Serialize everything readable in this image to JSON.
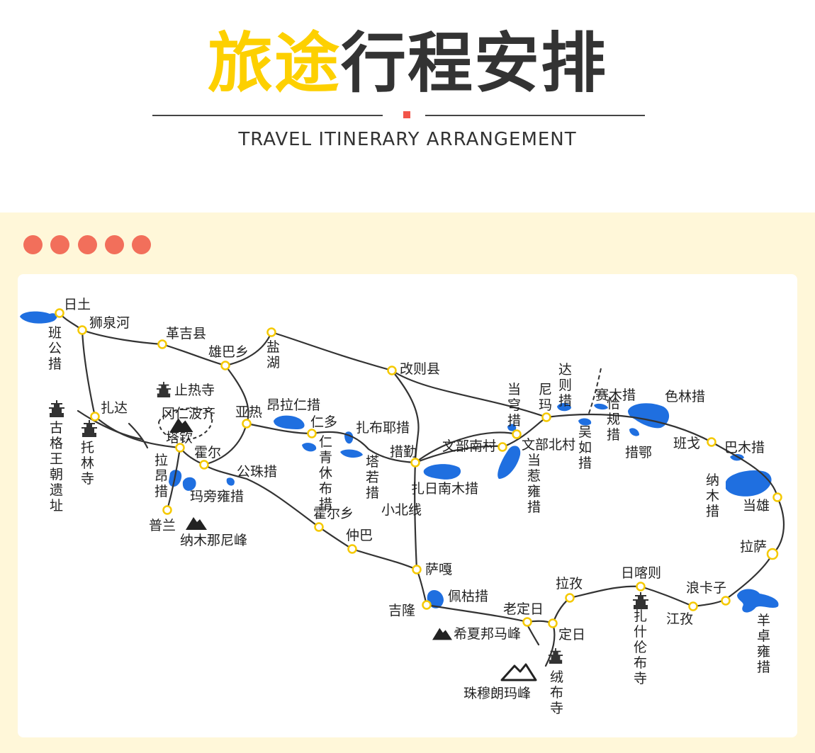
{
  "header": {
    "title_highlight": "旅途",
    "title_rest": "行程安排",
    "subtitle": "TRAVEL ITINERARY ARRANGEMENT"
  },
  "colors": {
    "accent_yellow": "#fdd000",
    "title_dark": "#333333",
    "coral": "#f26f5b",
    "panel_bg": "#fff7d9",
    "lake_blue": "#1f6fe0",
    "route_line": "#333333",
    "node_yellow": "#f5c900"
  },
  "map": {
    "places": {
      "ritu": "日土",
      "shiquanhe": "狮泉河",
      "gejixian": "革吉县",
      "xiongbaxiang": "雄巴乡",
      "yanhu": "盐湖",
      "gaizexian": "改则县",
      "zhada": "扎达",
      "yare": "亚热",
      "renduo": "仁多",
      "tagin": "塔钦",
      "huoer": "霍尔",
      "pulan": "普兰",
      "cuoqin": "措勤",
      "xiaobeixian": "小北线",
      "wenbunancun": "文部南村",
      "wenbubeicun": "文部北村",
      "nima": "尼玛",
      "bange": "班戈",
      "dangxiong": "当雄",
      "lasa": "拉萨",
      "langkazi": "浪卡子",
      "jiangzi": "江孜",
      "rikaze": "日喀则",
      "lazi": "拉孜",
      "dingri": "定日",
      "laodingri": "老定日",
      "jilong": "吉隆",
      "saga": "萨嘎",
      "zhongba": "仲巴",
      "huoerxiang": "霍尔乡"
    },
    "lakes": {
      "bangongcuo": "班公措",
      "anglarenco": "昂拉仁措",
      "renqingxiubucuo": "仁青休布措",
      "zhabuyecuo": "扎布耶措",
      "taruocuo": "塔若措",
      "zharinanmucuo": "扎日南木措",
      "dangrueyongcuo": "当惹雍措",
      "dangqiongcuo": "当穹措",
      "dazecuo": "达则措",
      "wurucuo": "吴如措",
      "saimucuo": "赛木措",
      "qiaguicuo": "恰规措",
      "cuoe": "措鄂",
      "selincuo": "色林措",
      "bamucuo": "巴木措",
      "namucuo": "纳木措",
      "yangzhuoyongcuo": "羊卓雍措",
      "peikucuo": "佩枯措",
      "gongzhucuo": "公珠措",
      "lamucuo": "拉昂措",
      "mapangyongcuo": "玛旁雍措"
    },
    "landmarks": {
      "zhiresi": "止热寺",
      "gangrenboqi": "冈仁波齐",
      "guge": "古格王朝遗址",
      "tuolinsi": "托林寺",
      "namunani": "纳木那尼峰",
      "xixiabangma": "希夏邦马峰",
      "zhumulangma": "珠穆朗玛峰",
      "rongbusi": "绒布寺",
      "zhashilunbusi": "扎什伦布寺"
    }
  }
}
